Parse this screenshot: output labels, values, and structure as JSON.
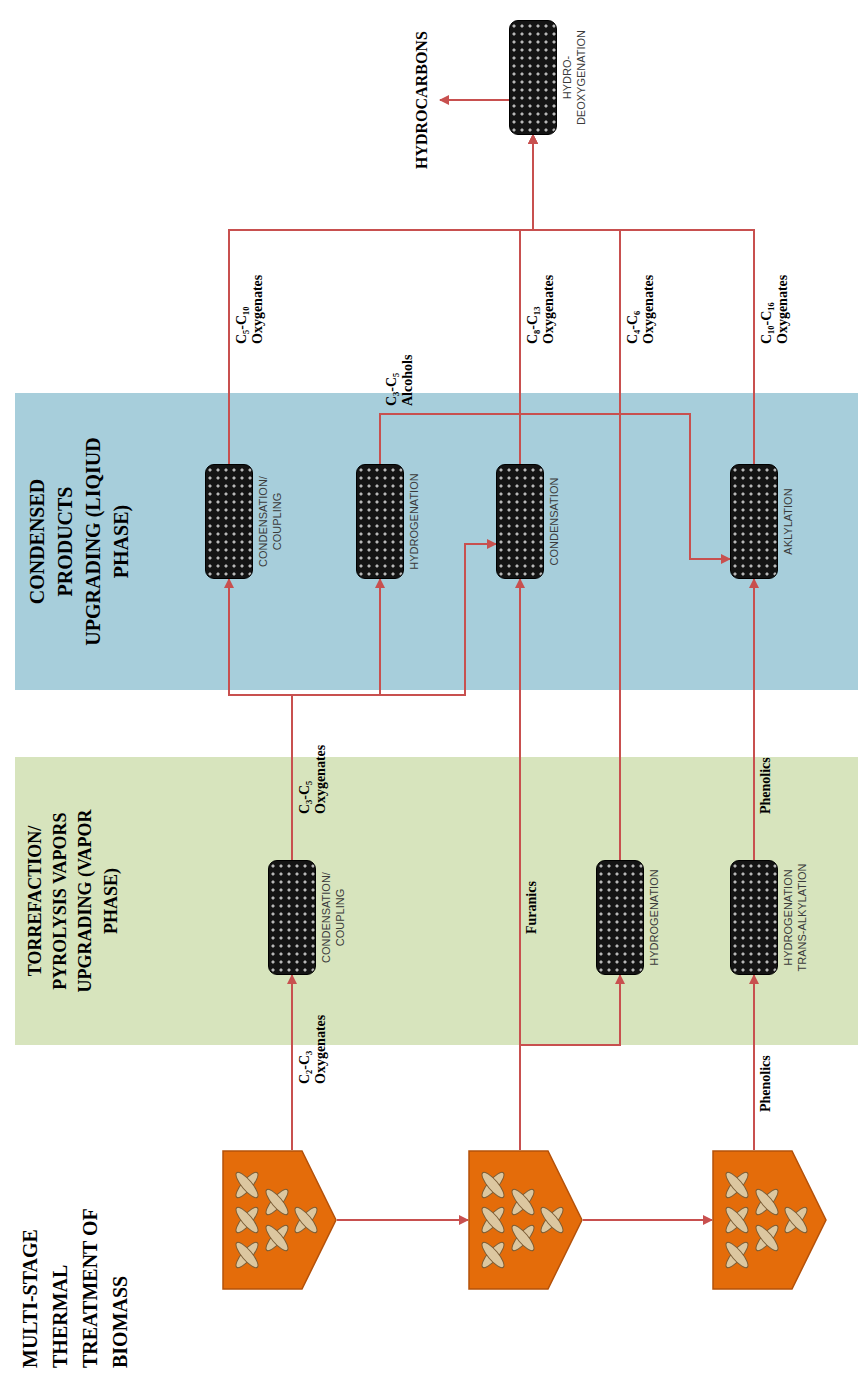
{
  "diagram": {
    "title": "MULTI-STAGE THERMAL TREATMENT OF BIOMASS",
    "nodes": [
      {
        "text": []
      },
      {
        "text": []
      },
      {
        "text": []
      },
      {
        "text": [
          "TORREFACTION/ PYROLYSIS VAPORS UPGRADING (VAPOR PHASE)"
        ]
      },
      {
        "text": [
          "CONDENSATION/ COUPLING"
        ],
        "in": 3
      },
      {
        "text": [
          "HYDROGENATION"
        ],
        "in": 3
      },
      {
        "text": [
          "HYDROGENATION TRANS-ALKYLATION"
        ],
        "in": 3
      },
      {
        "text": [
          "CONDENSED PRODUCTS UPGRADING (LIQIUD PHASE)"
        ]
      },
      {
        "text": [
          "CONDENSATION/ COUPLING"
        ],
        "in": 7
      },
      {
        "text": [
          "HYDROGENATION"
        ],
        "in": 7
      },
      {
        "text": [
          "CONDENSATION"
        ],
        "in": 7
      },
      {
        "text": [
          "AKLYLATION"
        ],
        "in": 7
      },
      {
        "text": [
          "HYDRO- DEOXYGENATION"
        ]
      }
    ],
    "edges": [
      {
        "from": 0,
        "to": 1,
        "arrow": "to"
      },
      {
        "from": 1,
        "to": 2,
        "arrow": "to"
      },
      {
        "from": 0,
        "to": 4,
        "label": "C₂-C₃ Oxygenates",
        "arrow": "to"
      },
      {
        "from": 1,
        "to": 10,
        "label": "Furanics",
        "arrow": "to"
      },
      {
        "from": 1,
        "to": 5,
        "arrow": "to"
      },
      {
        "from": 2,
        "to": 6,
        "label": "Phenolics",
        "arrow": "to"
      },
      {
        "from": 4,
        "to": 8,
        "label": "C₃-C₅ Oxygenates",
        "arrow": "to"
      },
      {
        "from": 4,
        "to": 9,
        "arrow": "to"
      },
      {
        "from": 4,
        "to": 10,
        "arrow": "to"
      },
      {
        "from": 6,
        "to": 11,
        "label": "Phenolics",
        "arrow": "to"
      },
      {
        "from": 9,
        "to": 11,
        "label": "C₃-C₅ Alcohols",
        "arrow": "to"
      },
      {
        "from": 8,
        "to": 12,
        "label": "C₅-C₁₀ Oxygenates",
        "arrow": "to"
      },
      {
        "from": 10,
        "to": 12,
        "label": "C₈-C₁₃ Oxygenates",
        "arrow": "to"
      },
      {
        "from": 5,
        "to": 12,
        "label": "C₄-C₆ Oxygenates",
        "arrow": "to"
      },
      {
        "from": 11,
        "to": 12,
        "label": "C₁₀-C₁₆ Oxygenates",
        "arrow": "to"
      }
    ],
    "labels": [
      "HYDROCARBONS"
    ]
  }
}
